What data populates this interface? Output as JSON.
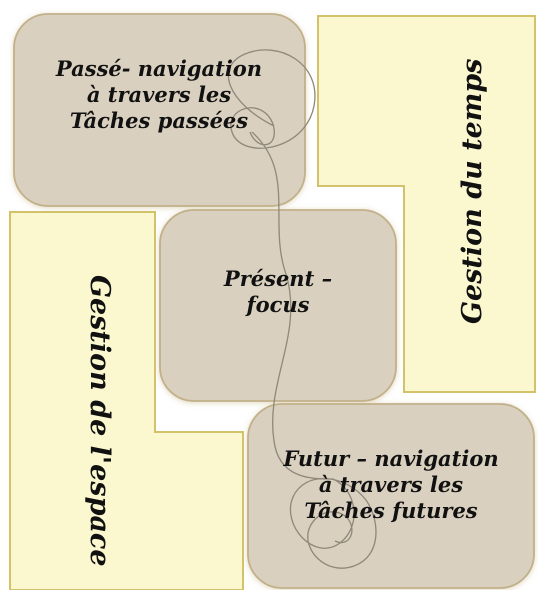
{
  "colors": {
    "page_background": "#ffffff",
    "yellow_panel": "#fbf8cf",
    "yellow_border": "#d3c26a",
    "box_fill": "#d9d0bf",
    "box_border": "#c2b08a",
    "spiral": "#8f887b",
    "text": "#111111"
  },
  "past_box": {
    "label": "Passé- navigation\nà travers les\nTâches passées"
  },
  "present_box": {
    "label": "Présent –\nfocus"
  },
  "future_box": {
    "label": "Futur – navigation\nà travers les\nTâches futures"
  },
  "time_panel": {
    "label": "Gestion du temps"
  },
  "space_panel": {
    "label": "Gestion de l'espace"
  }
}
